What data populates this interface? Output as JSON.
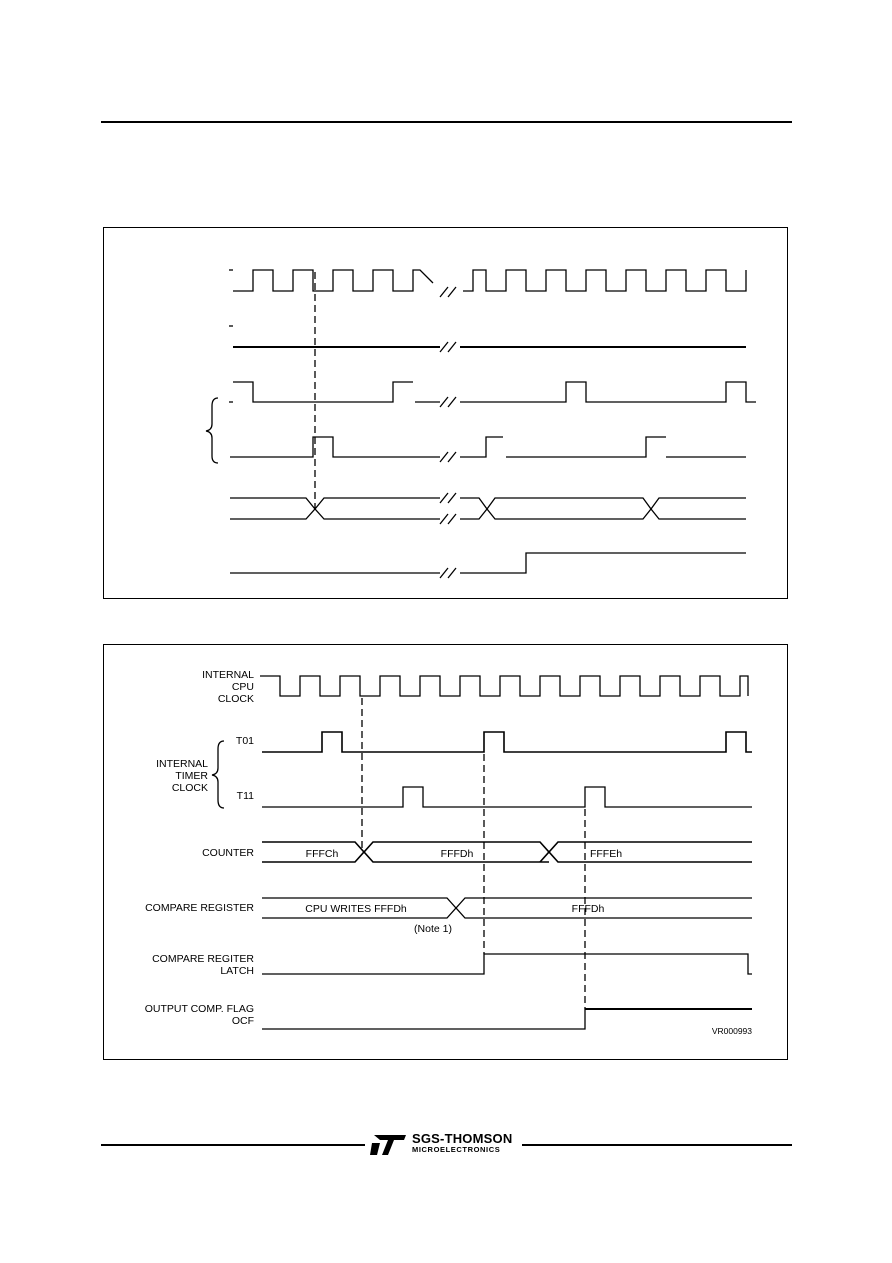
{
  "diagram2": {
    "labels": {
      "cpu_clock": [
        "INTERNAL",
        "CPU",
        "CLOCK"
      ],
      "t01": "T01",
      "timer_clock": [
        "INTERNAL",
        "TIMER",
        "CLOCK"
      ],
      "t11": "T11",
      "counter": "COUNTER",
      "compare_register": "COMPARE REGISTER",
      "compare_latch": [
        "COMPARE REGITER",
        "LATCH"
      ],
      "ocf": [
        "OUTPUT COMP. FLAG",
        "OCF"
      ]
    },
    "counter_values": [
      "FFFCh",
      "FFFDh",
      "FFFEh"
    ],
    "compare_values": [
      "CPU  WRITES  FFFDh",
      "FFFDh"
    ],
    "note": "(Note 1)",
    "figure_code": "VR000993"
  },
  "footer": {
    "brand_main": "SGS-THOMSON",
    "brand_sub": "MICROELECTRONICS"
  }
}
